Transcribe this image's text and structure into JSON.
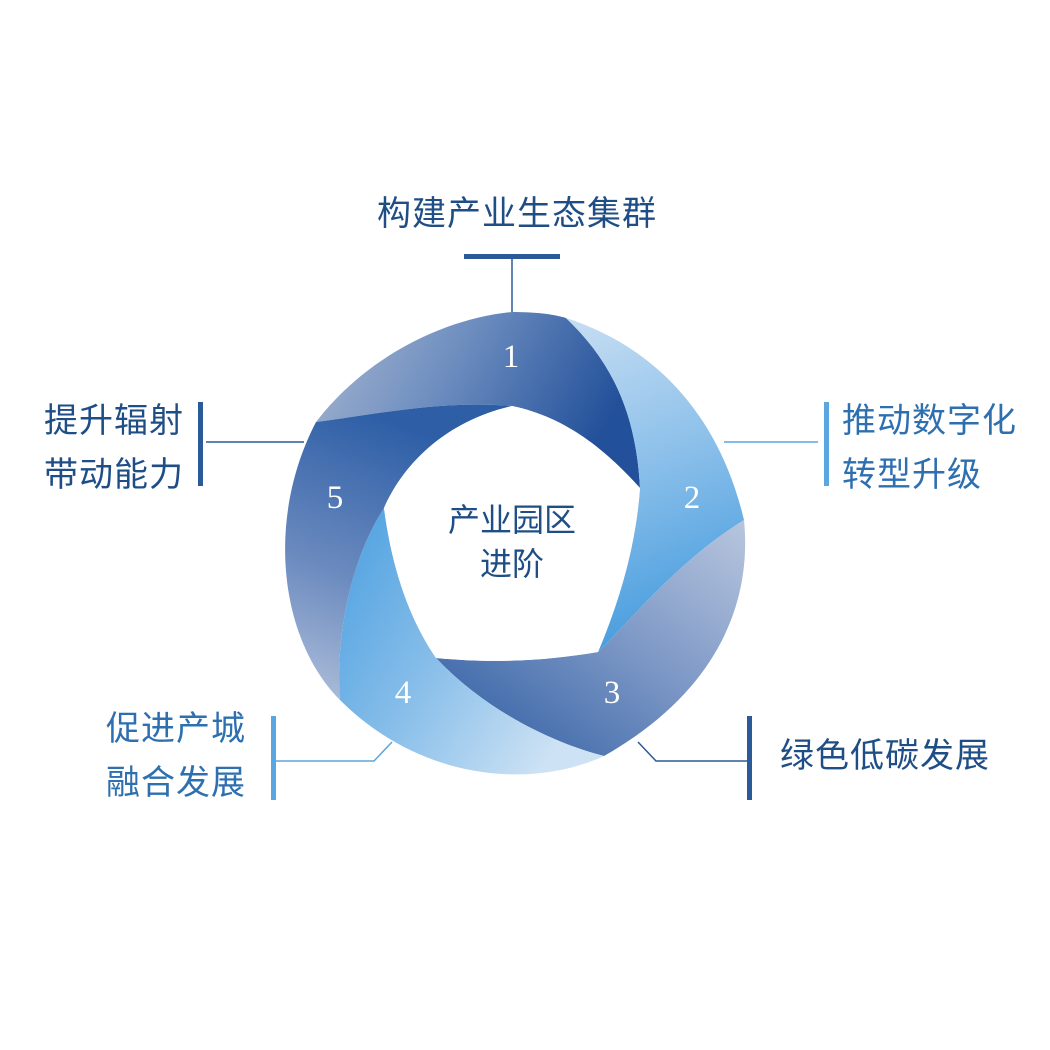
{
  "colors": {
    "dark_blue": "#2a5a9a",
    "mid_blue": "#3a7cc8",
    "light_blue": "#4aa0dd",
    "text_dark": "#1f4e86",
    "text_light": "#2e6fb0",
    "connector_dark": "#2a5a9a",
    "connector_light": "#5aa6e0"
  },
  "center": {
    "line1": "产业园区",
    "line2": "进阶"
  },
  "segments": [
    {
      "number": "1",
      "label_lines": [
        "构建产业生态集群"
      ]
    },
    {
      "number": "2",
      "label_lines": [
        "推动数字化",
        "转型升级"
      ]
    },
    {
      "number": "3",
      "label_lines": [
        "绿色低碳发展"
      ]
    },
    {
      "number": "4",
      "label_lines": [
        "促进产城",
        "融合发展"
      ]
    },
    {
      "number": "5",
      "label_lines": [
        "提升辐射",
        "带动能力"
      ]
    }
  ]
}
